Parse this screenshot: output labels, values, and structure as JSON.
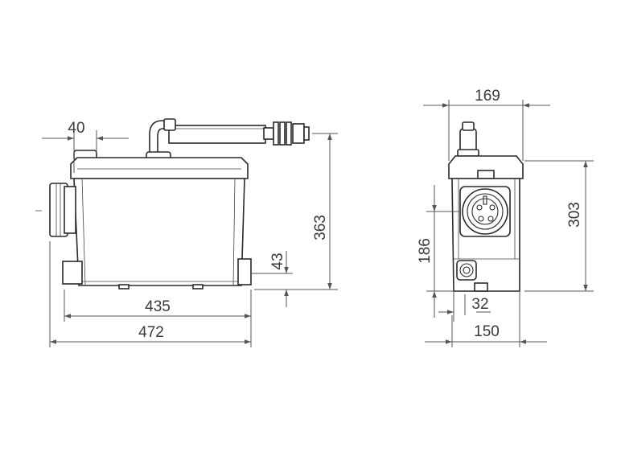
{
  "front_view": {
    "dim_top_width": "40",
    "dim_height": "363",
    "dim_outlet_height": "43",
    "dim_body_width": "435",
    "dim_overall_width": "472"
  },
  "side_view": {
    "dim_top_depth": "169",
    "dim_height": "303",
    "dim_inlet_height": "186",
    "dim_bottom_offset": "32",
    "dim_base_depth": "150"
  },
  "colors": {
    "line": "#2a2a2a",
    "dimension": "#555555",
    "text": "#3a3a3a"
  }
}
